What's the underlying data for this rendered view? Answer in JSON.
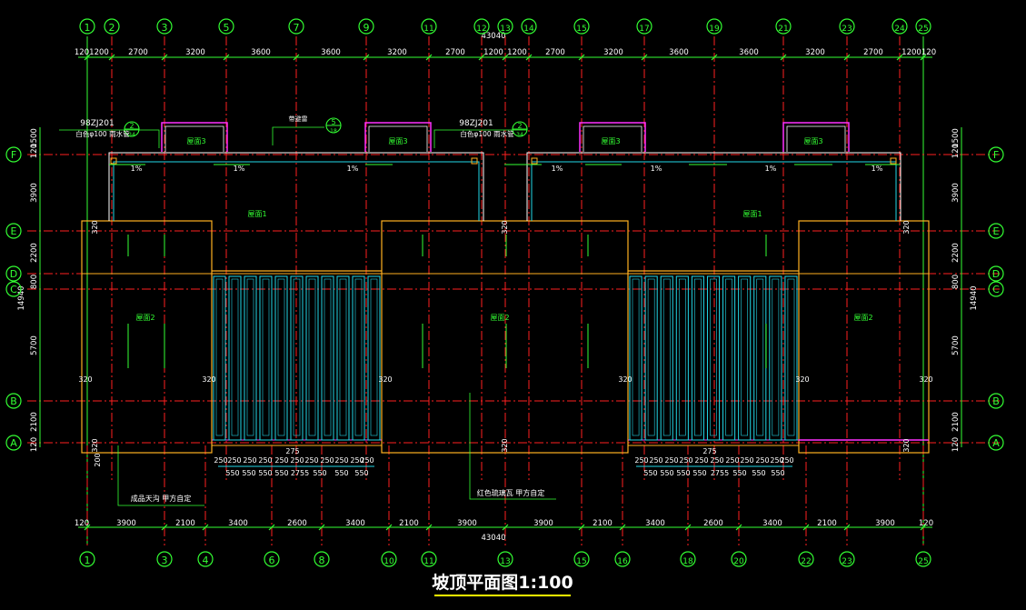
{
  "drawing": {
    "title": "坡顶平面图1:100",
    "total_width": "43040",
    "total_depth": "14940"
  },
  "axes_top": [
    "1",
    "2",
    "3",
    "5",
    "7",
    "9",
    "11",
    "12",
    "13",
    "14",
    "15",
    "17",
    "19",
    "21",
    "23",
    "24",
    "25"
  ],
  "axes_bottom": [
    "1",
    "3",
    "4",
    "6",
    "8",
    "10",
    "11",
    "13",
    "15",
    "16",
    "18",
    "20",
    "22",
    "23",
    "25"
  ],
  "rows": [
    "F",
    "E",
    "D",
    "C",
    "B",
    "A"
  ],
  "dims_top": [
    "120",
    "1200",
    "2700",
    "3200",
    "3600",
    "3600",
    "3200",
    "2700",
    "1200",
    "1200",
    "2700",
    "3200",
    "3600",
    "3600",
    "3200",
    "2700",
    "1200",
    "120"
  ],
  "dims_bottom": [
    "120",
    "3900",
    "2100",
    "3400",
    "2600",
    "3400",
    "2100",
    "3900",
    "3900",
    "2100",
    "3400",
    "2600",
    "3400",
    "2100",
    "3900",
    "120"
  ],
  "dims_side": [
    "1500",
    "120",
    "3900",
    "2200",
    "800",
    "5700",
    "2100",
    "120"
  ],
  "stair_widths": [
    "250",
    "250",
    "250",
    "250",
    "250",
    "250",
    "250",
    "250",
    "250",
    "250",
    "250"
  ],
  "stair_lower": [
    "550",
    "550",
    "550",
    "550",
    "2755",
    "550",
    "550",
    "550"
  ],
  "stair_mid": "275",
  "labels": {
    "roof1": "屋面1",
    "roof2": "屋面2",
    "roof3": "屋面3",
    "slope": "1%",
    "wall_320": "320",
    "dim_200": "200",
    "ref_code": "98ZJ201",
    "drain_note": "白色φ100 雨水管",
    "callout_num": "2",
    "callout_sheet": "34",
    "callout_b_num": "5",
    "callout_b_sheet": "18",
    "callout_b_label": "带避雷",
    "note_left": "成品天沟 甲方自定",
    "note_mid": "红色琉璃瓦 甲方自定"
  },
  "colors": {
    "background": "#000000",
    "axis_green": "#33ff33",
    "grid_red": "#ff2020",
    "wall_orange": "#ffb020",
    "stair_cyan": "#22d8e8",
    "parapet_magenta": "#ff30ff",
    "text_white": "#ffffff",
    "title_underline": "#ffff00"
  }
}
